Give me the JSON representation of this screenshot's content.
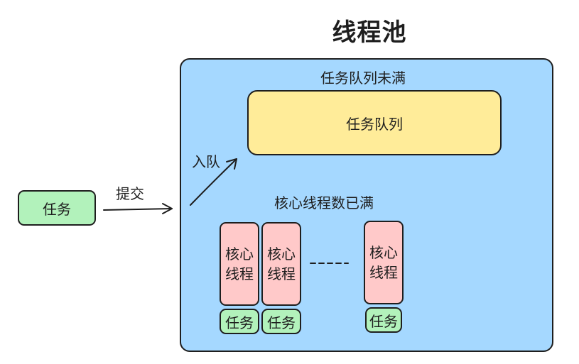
{
  "title": "线程池",
  "pool": {
    "queue_status": "任务队列未满",
    "queue_label": "任务队列",
    "core_status": "核心线程数已满",
    "threads": [
      {
        "line1": "核心",
        "line2": "线程",
        "task": "任务"
      },
      {
        "line1": "核心",
        "line2": "线程",
        "task": "任务"
      },
      {
        "line1": "核心",
        "line2": "线程",
        "task": "任务"
      }
    ]
  },
  "external_task": "任务",
  "submit_label": "提交",
  "enqueue_label": "入队"
}
